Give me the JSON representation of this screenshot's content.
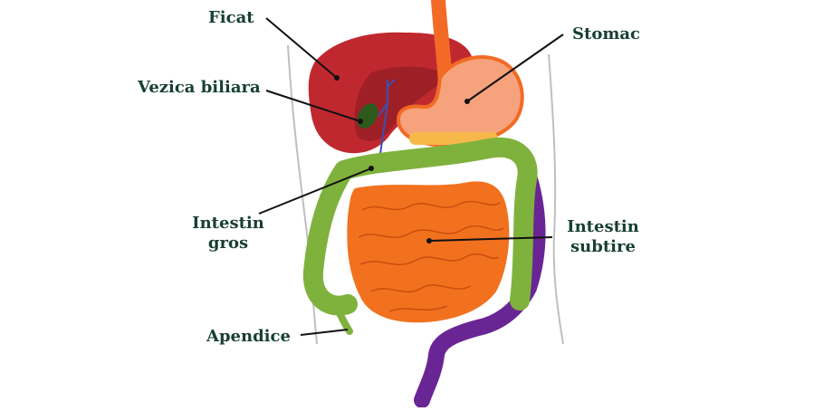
{
  "labels": {
    "ficat": "Ficat",
    "vezica": "Vezica biliara",
    "stomac": "Stomac",
    "intestin_gros": [
      "Intestin",
      "gros"
    ],
    "intestin_subtire": [
      "Intestin",
      "subtire"
    ],
    "apendice": "Apendice"
  },
  "colors": {
    "label": "#183f33",
    "liver": "#c0282f",
    "liver_dark": "#9f1f27",
    "gallbladder": "#2d5a1c",
    "stomach": "#f6a27c",
    "esophagus": "#f26a25",
    "large_intestine": "#7fb23d",
    "small_intestine": "#f2711f",
    "rectum": "#6a2595",
    "body_outline": "#bfbfbf",
    "bile_duct": "#3b4fb2",
    "pointer": "#111111"
  }
}
